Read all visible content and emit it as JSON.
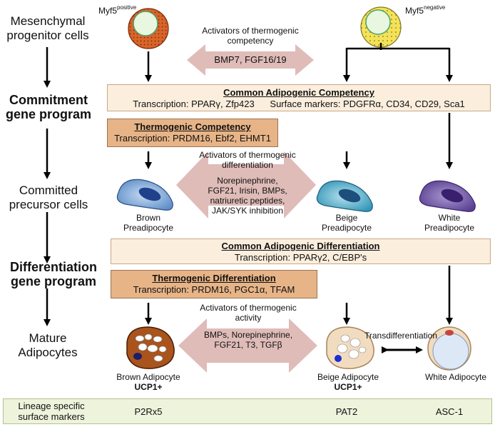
{
  "stages": {
    "mesenchymal": "Mesenchymal progenitor cells",
    "commitment": "Commitment gene program",
    "committed": "Committed precursor cells",
    "differentiation": "Differentiation gene program",
    "mature": "Mature Adipocytes"
  },
  "myf5": {
    "positive_base": "Myf5",
    "positive_sup": "positive",
    "negative_base": "Myf5",
    "negative_sup": "negative"
  },
  "activators": {
    "competency": "Activators of thermogenic competency",
    "competency_factors": "BMP7, FGF16/19",
    "differentiation": "Activators of thermogenic differentiation",
    "differentiation_factors": [
      "Norepinephrine,",
      "FGF21, Irisin, BMPs,",
      "natriuretic peptides,",
      "JAK/SYK inhibition"
    ],
    "activity": "Activators of thermogenic activity",
    "activity_factors": [
      "BMPs, Norepinephrine,",
      "FGF21, T3, TGFβ"
    ]
  },
  "boxes": {
    "common_competency_title": "Common Adipogenic Competency",
    "common_competency_text": "Transcription: PPARγ, Zfp423      Surface markers: PDGFRα, CD34, CD29, Sca1",
    "thermo_competency_title": "Thermogenic Competency",
    "thermo_competency_text": "Transcription: PRDM16, Ebf2, EHMT1",
    "common_differentiation_title": "Common Adipogenic Differentiation",
    "common_differentiation_text": "Transcription: PPARγ2, C/EBP's",
    "thermo_differentiation_title": "Thermogenic Differentiation",
    "thermo_differentiation_text": "Transcription: PRDM16, PGC1α, TFAM"
  },
  "preadipocytes": {
    "brown": "Brown Preadipocyte",
    "beige": "Beige Preadipocyte",
    "white": "White Preadipocyte"
  },
  "adipocytes": {
    "brown": "Brown Adipocyte",
    "brown_marker": "UCP1+",
    "beige": "Beige Adipocyte",
    "beige_marker": "UCP1+",
    "white": "White Adipocyte",
    "transdifferentiation": "Transdifferentiation"
  },
  "lineage": {
    "label": "Lineage specific surface markers",
    "brown": "P2Rx5",
    "beige": "PAT2",
    "white": "ASC-1"
  },
  "colors": {
    "cream_box": "#fbeedd",
    "tan_box": "#e7b487",
    "activator_arrow": "#dfbcb8",
    "lineage_bar": "#eef3dc",
    "brown_cell": "#d9642a",
    "beige_cell": "#f4e25a",
    "brown_pre": "#6f9fd4",
    "beige_pre": "#4aa7c7",
    "white_pre": "#6b4fa1"
  }
}
